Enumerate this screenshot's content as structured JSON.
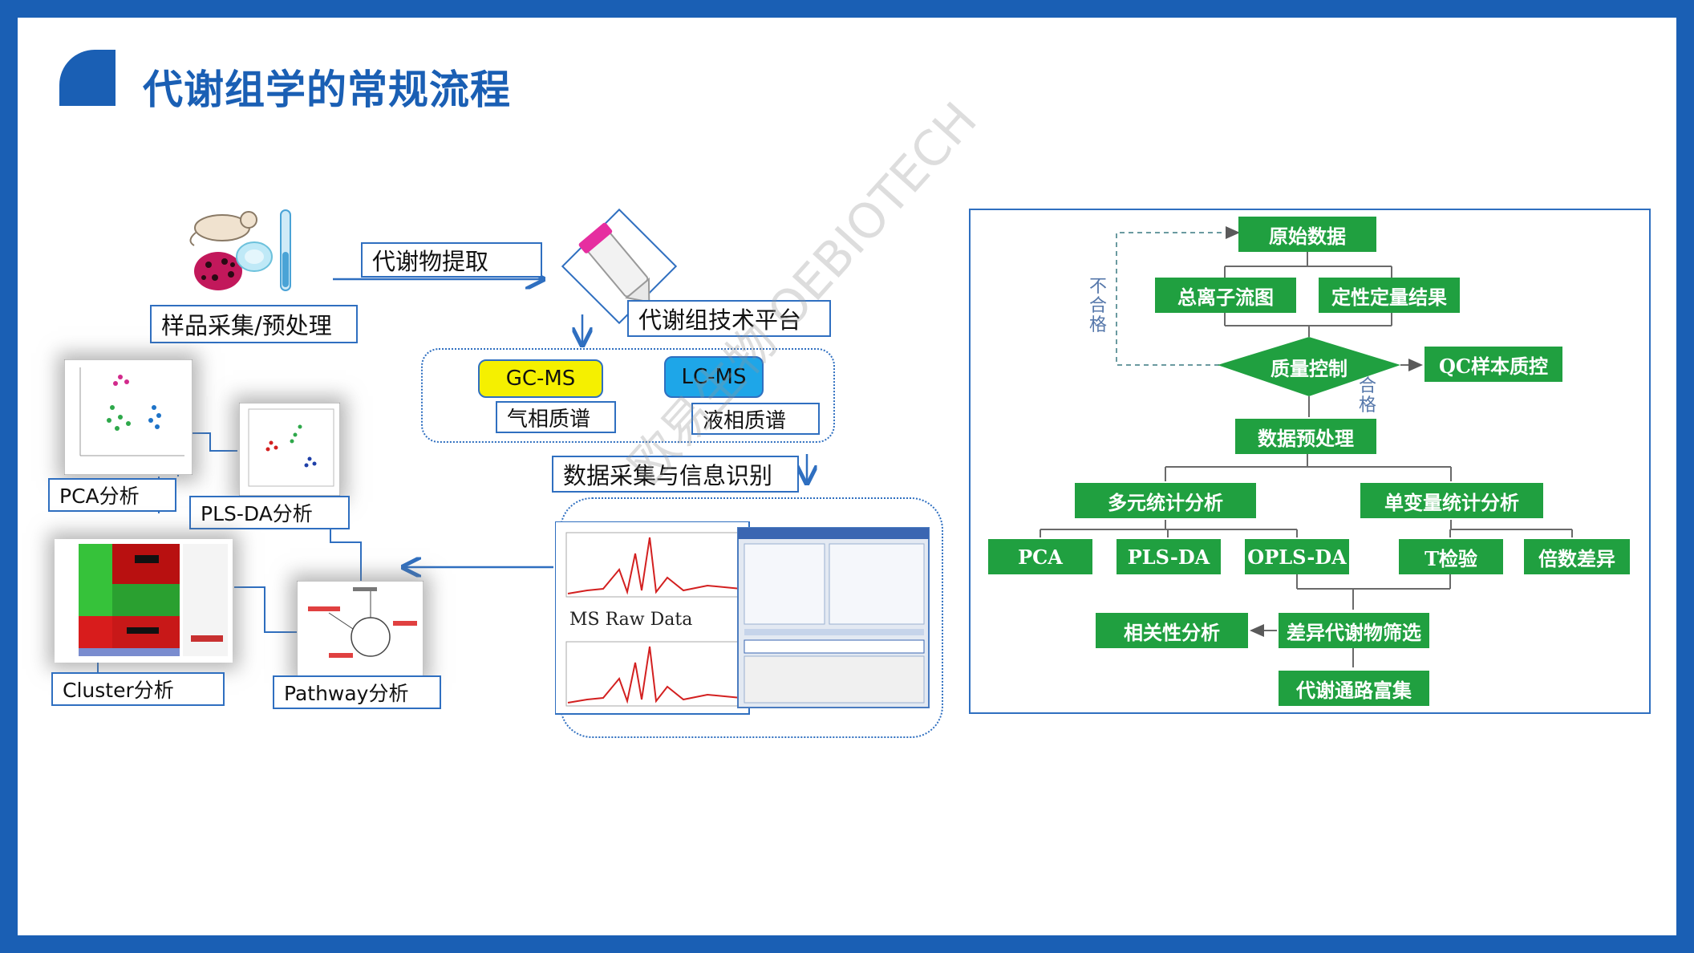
{
  "title": "代谢组学的常规流程",
  "left": {
    "sample": "样品采集/预处理",
    "extract": "代谢物提取",
    "platform": "代谢组技术平台",
    "gcms": "GC-MS",
    "lcms": "LC-MS",
    "gc_cn": "气相质谱",
    "lc_cn": "液相质谱",
    "acquire": "数据采集与信息识别",
    "ms_raw": "MS Raw Data",
    "pca": "PCA分析",
    "plsda": "PLS-DA分析",
    "cluster": "Cluster分析",
    "pathway": "Pathway分析"
  },
  "flow": {
    "raw": "原始数据",
    "tic": "总离子流图",
    "quant": "定性定量结果",
    "qc": "质量控制",
    "qc_sample": "QC样本质控",
    "fail": "不合格",
    "pass": "合格",
    "preprocess": "数据预处理",
    "multi": "多元统计分析",
    "uni": "单变量统计分析",
    "pca": "PCA",
    "plsda": "PLS-DA",
    "oplsda": "OPLS-DA",
    "ttest": "T检验",
    "fold": "倍数差异",
    "diff": "差异代谢物筛选",
    "corr": "相关性分析",
    "enrich": "代谢通路富集"
  },
  "watermark": [
    "欧易生物",
    "OEBIOTECH"
  ],
  "colors": {
    "brand": "#1a5fb4",
    "flow_green": "#20a040",
    "gc_yellow": "#f5f000",
    "lc_blue": "#1ea6e8"
  }
}
